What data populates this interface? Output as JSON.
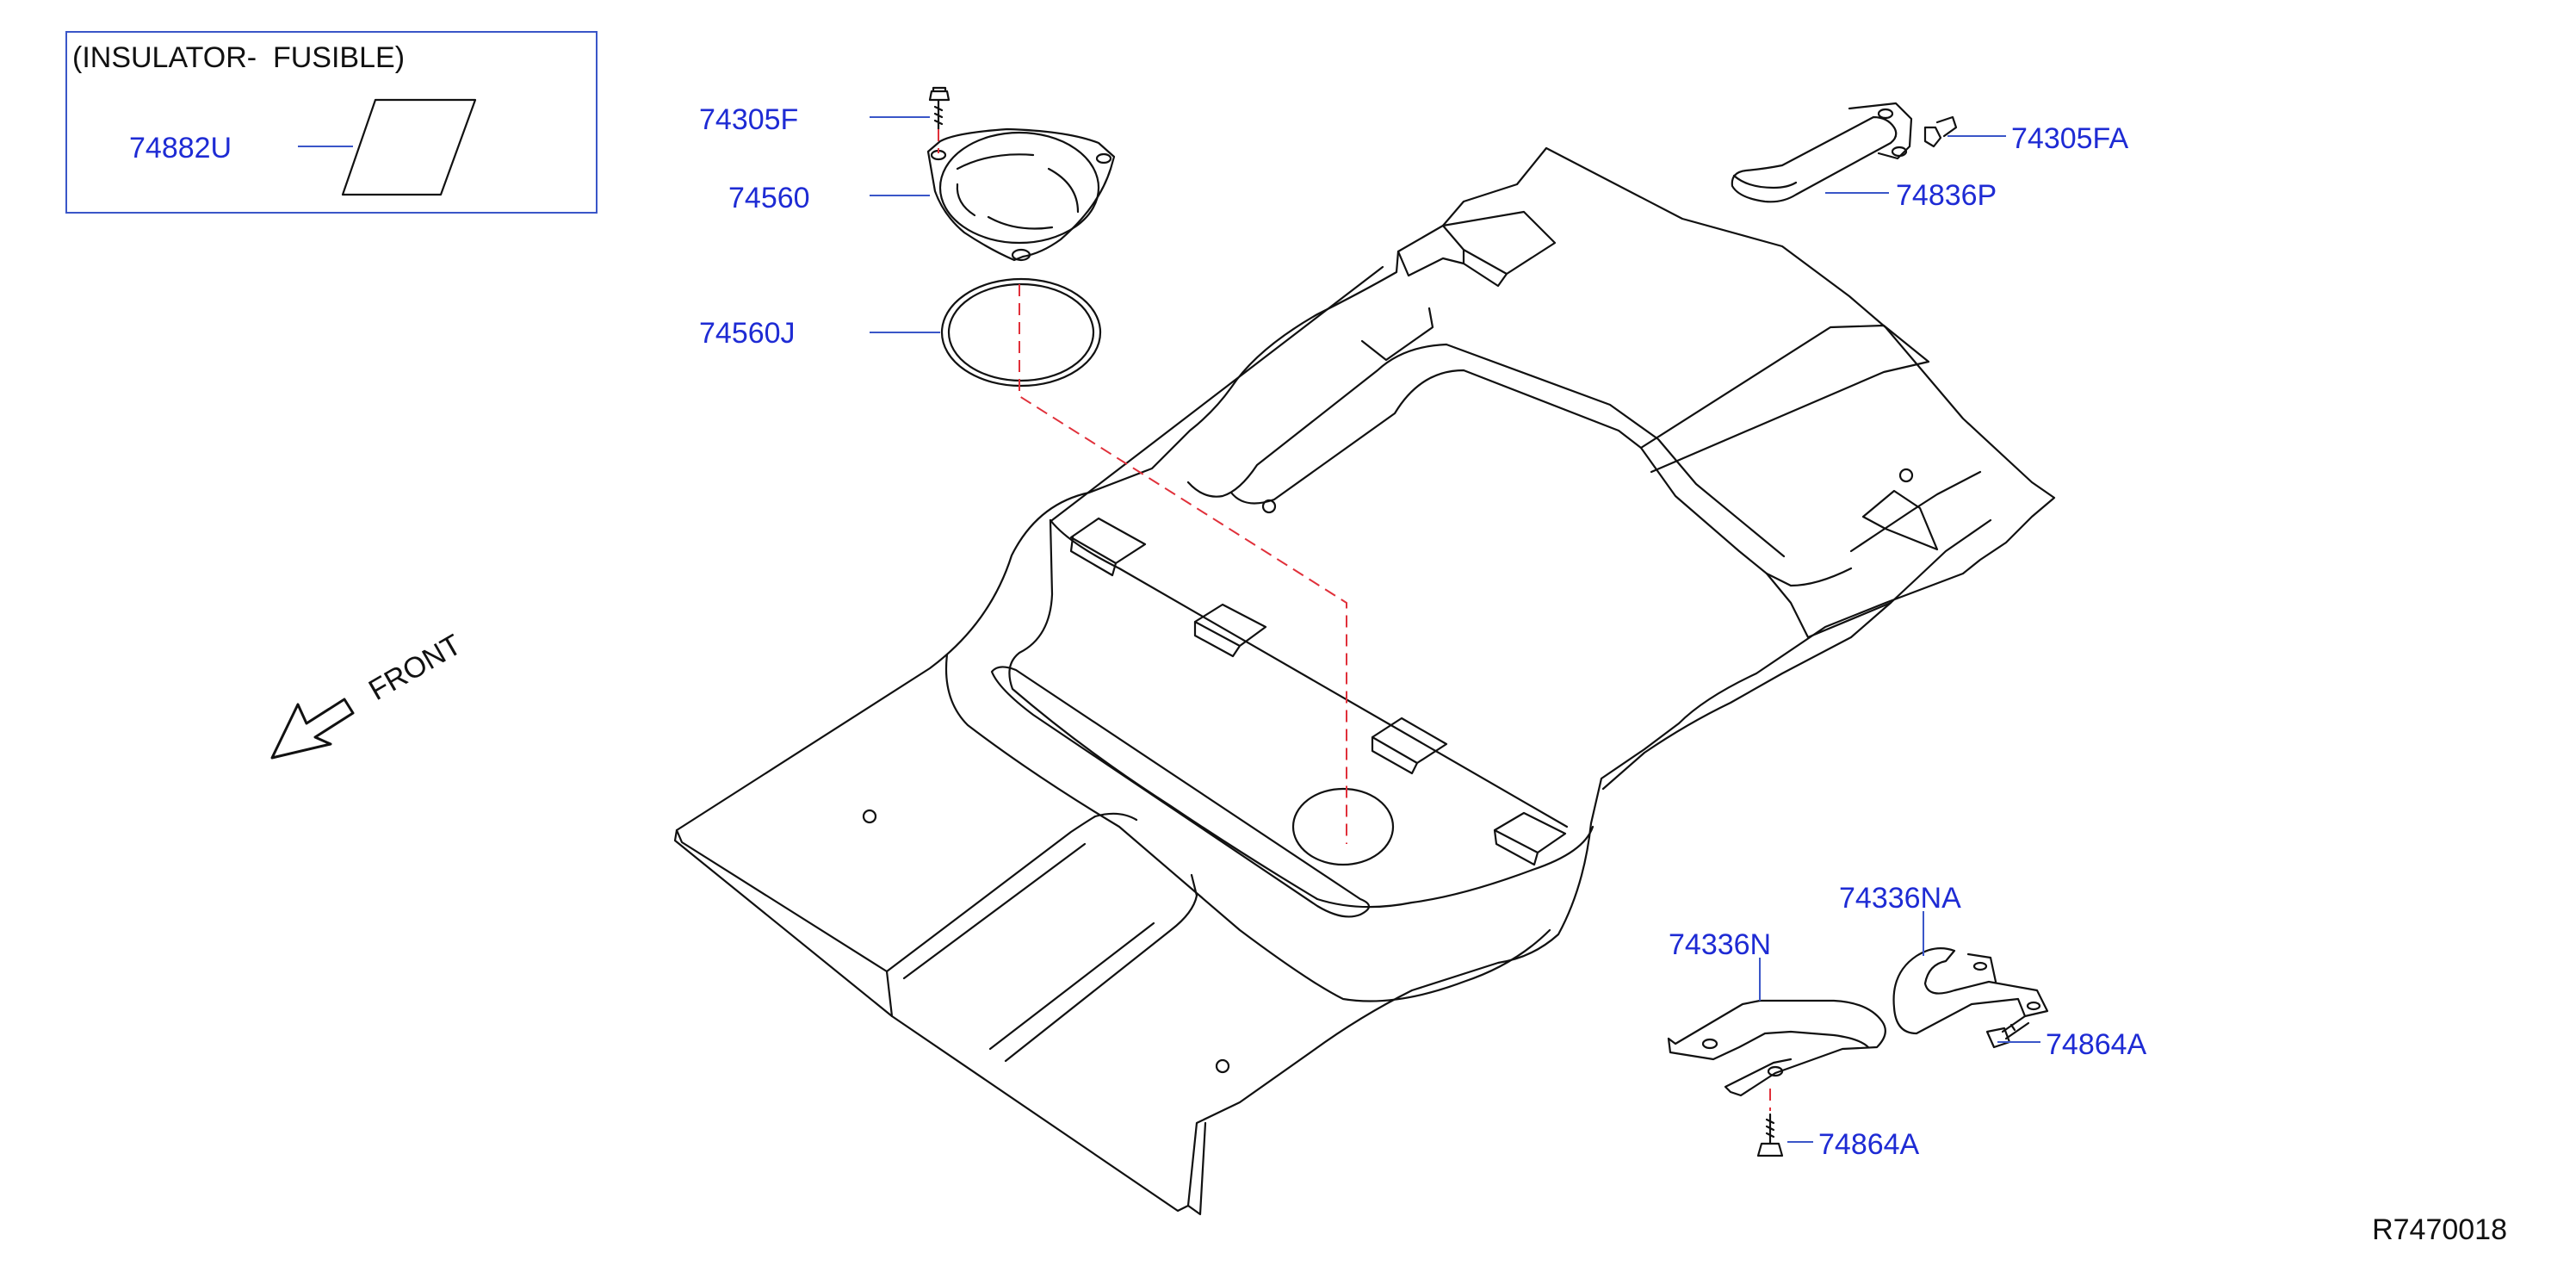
{
  "colors": {
    "callout": "#1e2bd4",
    "line": "#111111",
    "leader": "#3a56c8",
    "centerline": "#e0303a"
  },
  "inset": {
    "title": "(INSULATOR-  FUSIBLE)",
    "part": "74882U"
  },
  "callouts": {
    "p74305F": "74305F",
    "p74560": "74560",
    "p74560J": "74560J",
    "p74305FA": "74305FA",
    "p74836P": "74836P",
    "p74336NA": "74336NA",
    "p74336N": "74336N",
    "p74864A_right": "74864A",
    "p74864A_bottom": "74864A"
  },
  "direction_label": "FRONT",
  "diagram_code": "R7470018"
}
